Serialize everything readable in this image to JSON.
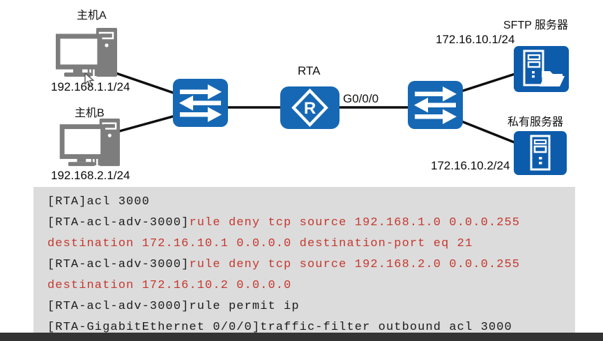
{
  "diagram": {
    "host_a": {
      "name_label": "主机A",
      "ip": "192.168.1.1/24"
    },
    "host_b": {
      "name_label": "主机B",
      "ip": "192.168.2.1/24"
    },
    "router": {
      "name_label": "RTA",
      "letter": "R"
    },
    "link_interface_label": "G0/0/0",
    "sftp_server": {
      "name_label": "SFTP 服务器",
      "ip": "172.16.10.1/24"
    },
    "private_server": {
      "name_label": "私有服务器",
      "ip": "172.16.10.2/24"
    }
  },
  "console": {
    "lines": [
      {
        "segments": [
          {
            "text": "[RTA]acl 3000",
            "color": "default"
          }
        ]
      },
      {
        "segments": [
          {
            "text": "[RTA-acl-adv-3000]",
            "color": "default"
          },
          {
            "text": "rule deny tcp source 192.168.1.0 0.0.0.255",
            "color": "red"
          }
        ]
      },
      {
        "segments": [
          {
            "text": "destination 172.16.10.1 0.0.0.0 destination-port eq 21",
            "color": "red"
          }
        ]
      },
      {
        "segments": [
          {
            "text": "[RTA-acl-adv-3000]",
            "color": "default"
          },
          {
            "text": "rule deny tcp source 192.168.2.0 0.0.0.255",
            "color": "red"
          }
        ]
      },
      {
        "segments": [
          {
            "text": "destination 172.16.10.2 0.0.0.0",
            "color": "red"
          }
        ]
      },
      {
        "segments": [
          {
            "text": "[RTA-acl-adv-3000]rule permit ip",
            "color": "default"
          }
        ]
      },
      {
        "segments": [
          {
            "text": "[RTA-GigabitEthernet 0/0/0]traffic-filter outbound acl 3000",
            "color": "default"
          }
        ]
      }
    ]
  },
  "colors": {
    "device_blue": "#1668b4",
    "server_blue": "#0d5cab",
    "host_gray": "#7d7d7d",
    "console_bg": "#dcdcdc",
    "console_text": "#1c1c1c",
    "console_red": "#c5382f",
    "bottom_bar": "#333333",
    "link_line": "#0d0d0d"
  }
}
